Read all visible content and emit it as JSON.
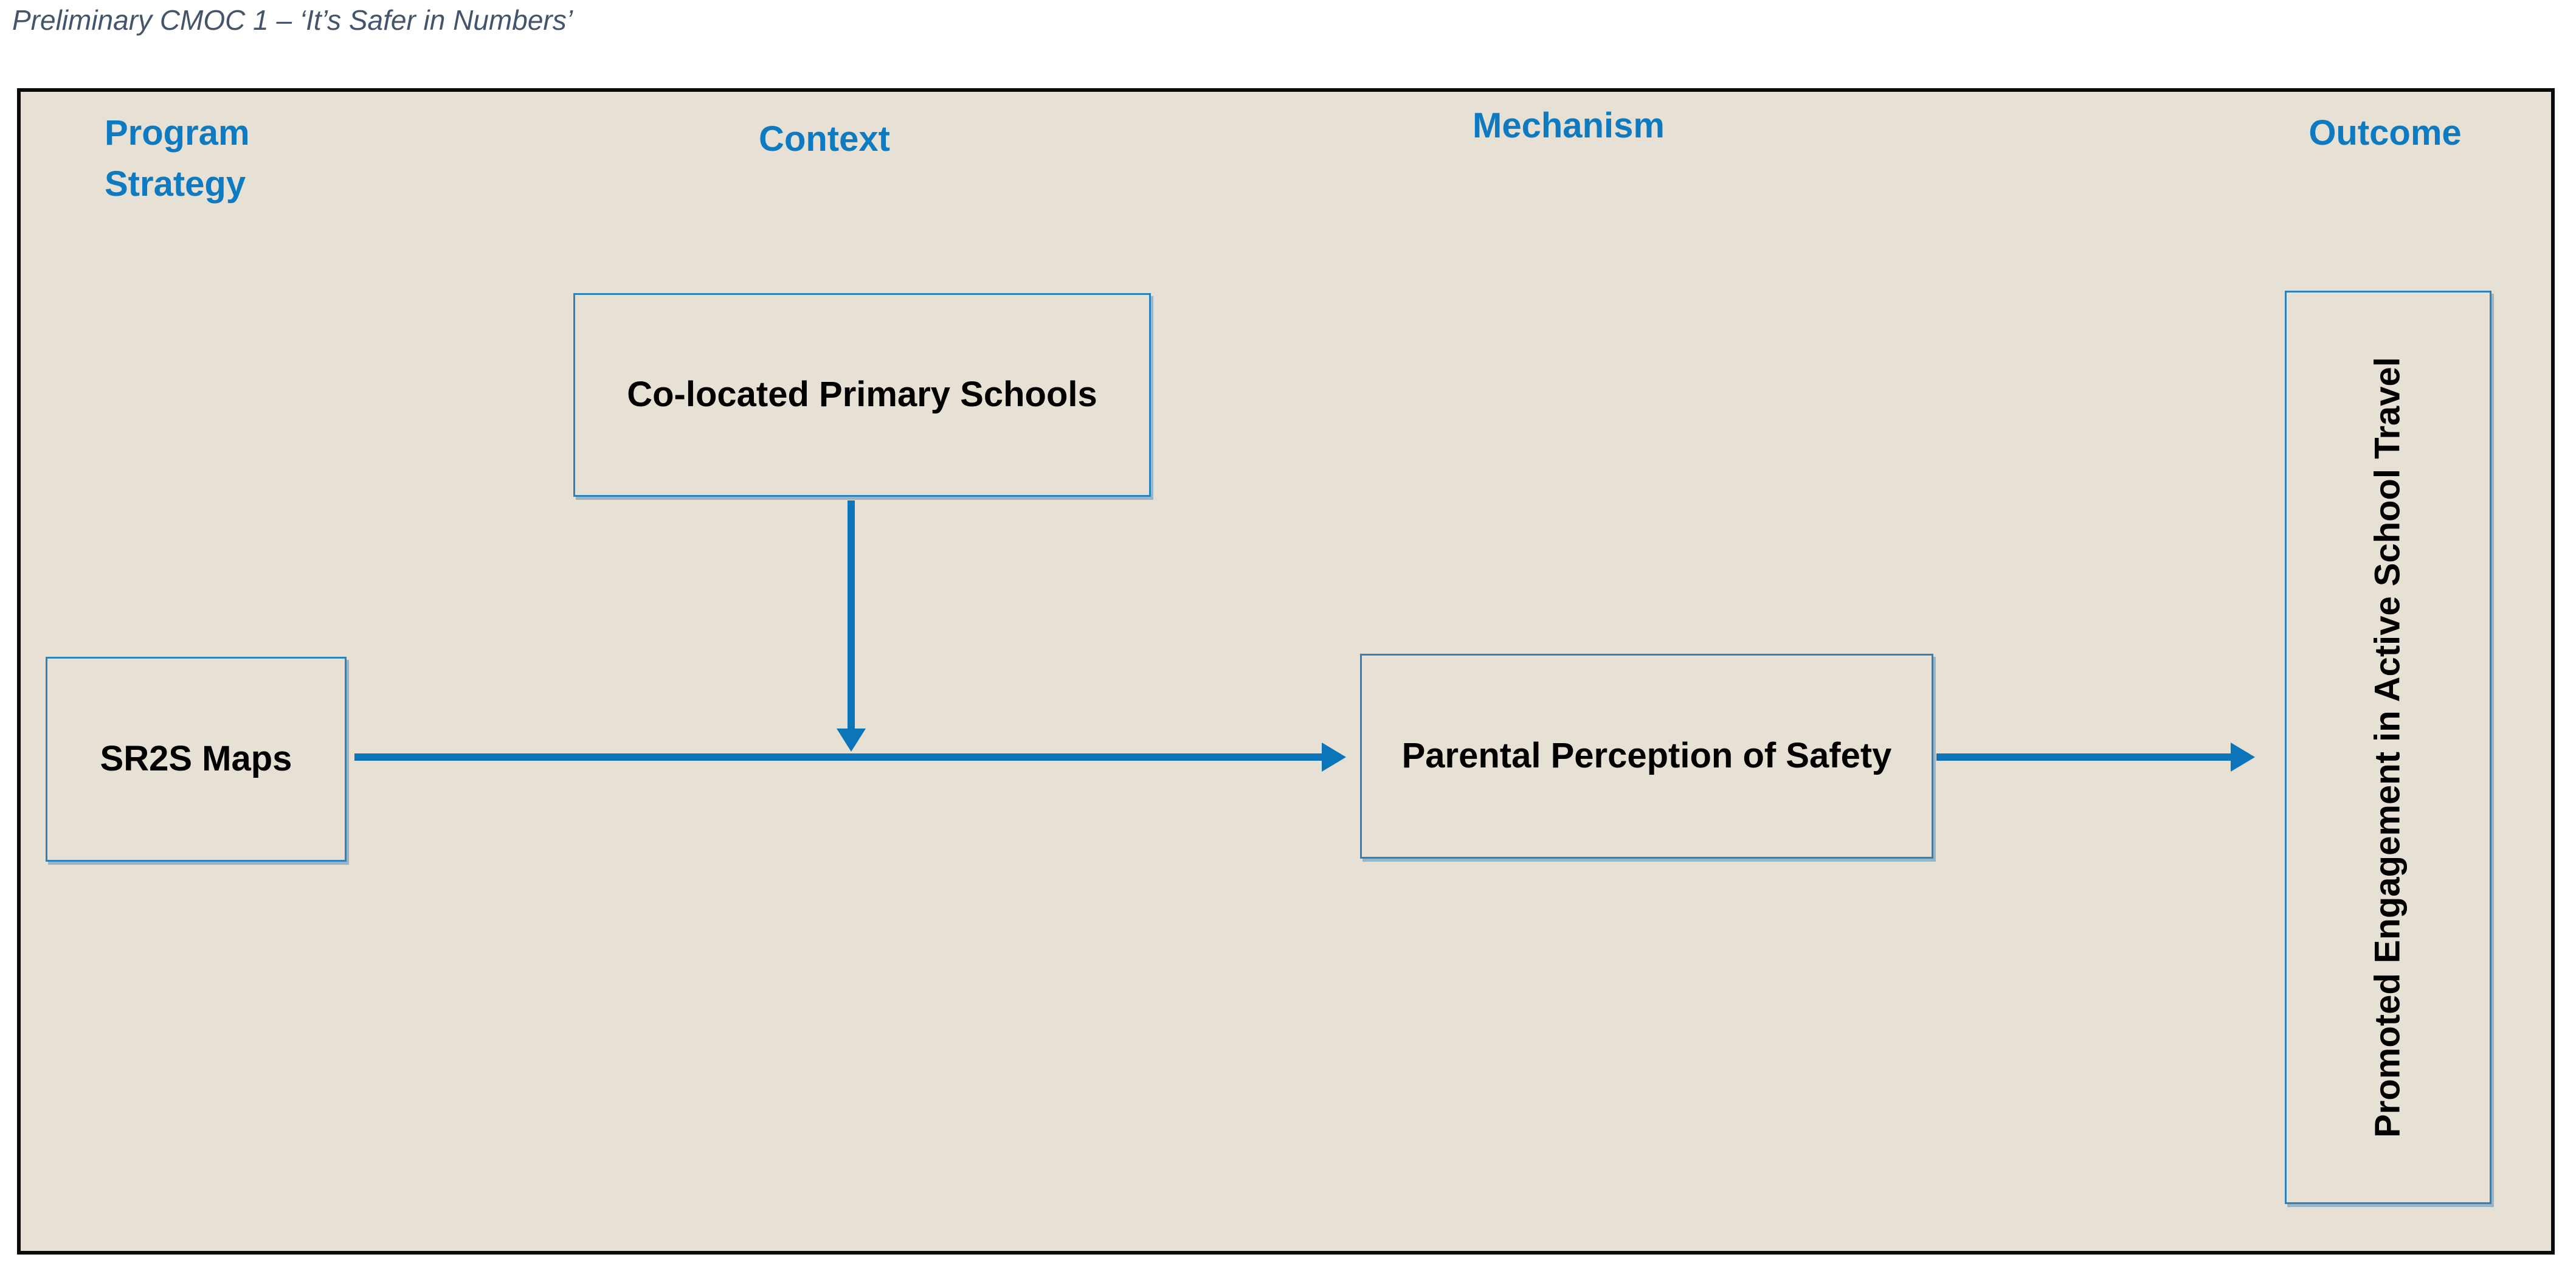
{
  "title": "Preliminary CMOC 1 – ‘It’s Safer in Numbers’",
  "columns": [
    {
      "label": "Program Strategy"
    },
    {
      "label": "Context"
    },
    {
      "label": "Mechanism"
    },
    {
      "label": "Outcome"
    }
  ],
  "nodes": {
    "program_strategy": {
      "label": "SR2S Maps"
    },
    "context": {
      "label": "Co-located Primary Schools"
    },
    "mechanism": {
      "label": "Parental Perception of Safety"
    },
    "outcome": {
      "label": "Promoted Engagement in Active School Travel"
    }
  },
  "colors": {
    "header_blue": "#0D7AC2",
    "arrow_blue": "#0C74B8",
    "node_border_blue": "#2B83B9",
    "canvas_background": "#E6E1D4",
    "outer_border": "#000000",
    "title_text": "#44546A",
    "node_text": "#000000"
  }
}
